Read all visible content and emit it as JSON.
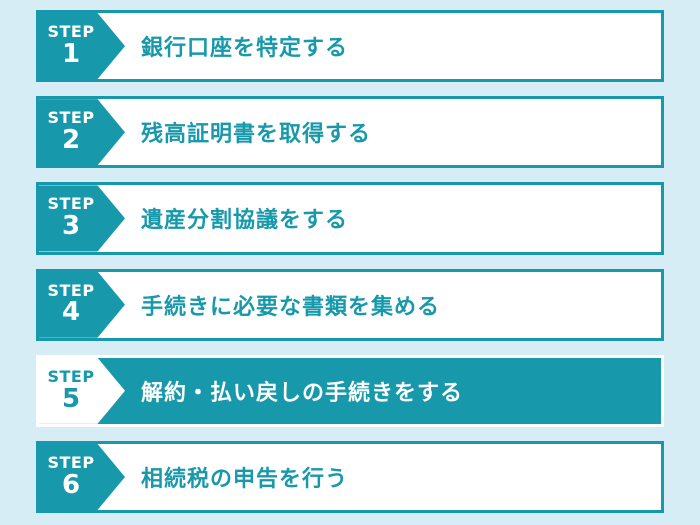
{
  "colors": {
    "teal": "#1799ab",
    "background": "#d7edf5",
    "white": "#ffffff"
  },
  "steps": [
    {
      "step_label": "STEP",
      "number": "1",
      "title": "銀行口座を特定する",
      "highlighted": false
    },
    {
      "step_label": "STEP",
      "number": "2",
      "title": "残高証明書を取得する",
      "highlighted": false
    },
    {
      "step_label": "STEP",
      "number": "3",
      "title": "遺産分割協議をする",
      "highlighted": false
    },
    {
      "step_label": "STEP",
      "number": "4",
      "title": "手続きに必要な書類を集める",
      "highlighted": false
    },
    {
      "step_label": "STEP",
      "number": "5",
      "title": "解約・払い戻しの手続きをする",
      "highlighted": true
    },
    {
      "step_label": "STEP",
      "number": "6",
      "title": "相続税の申告を行う",
      "highlighted": false
    }
  ]
}
